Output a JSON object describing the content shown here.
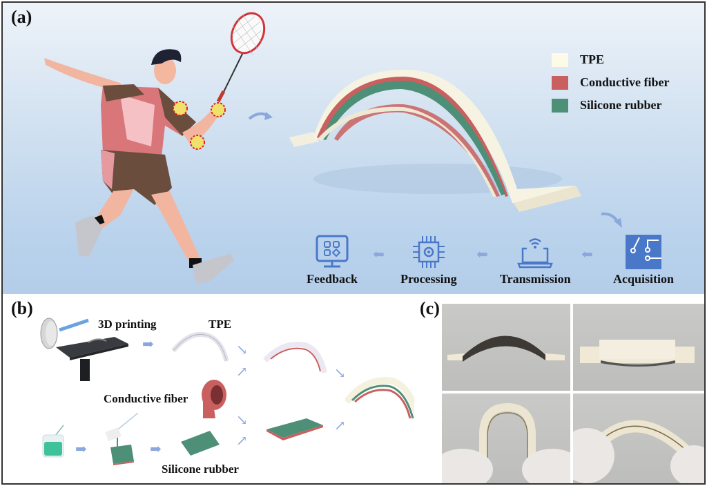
{
  "panel_a": {
    "label": "(a)",
    "legend": [
      {
        "label": "TPE",
        "color": "#fdfbe8"
      },
      {
        "label": "Conductive fiber",
        "color": "#c9605f"
      },
      {
        "label": "Silicone rubber",
        "color": "#4e8f78"
      }
    ],
    "flow": [
      {
        "label": "Feedback",
        "icon": "monitor-grid-icon"
      },
      {
        "label": "Processing",
        "icon": "chip-gear-icon"
      },
      {
        "label": "Transmission",
        "icon": "laptop-wifi-icon"
      },
      {
        "label": "Acquisition",
        "icon": "circuit-board-icon"
      }
    ],
    "arrow_color": "#8aa8dc",
    "icon_color": "#4a78c8"
  },
  "panel_b": {
    "label": "(b)",
    "labels": {
      "printing": "3D printing",
      "tpe": "TPE",
      "conductive_fiber": "Conductive fiber",
      "silicone_rubber": "Silicone rubber"
    }
  },
  "panel_c": {
    "label": "(c)",
    "photos": [
      {
        "desc": "sensor arch side view"
      },
      {
        "desc": "sensor flat top view"
      },
      {
        "desc": "sensor bent into U shape by gloved hands"
      },
      {
        "desc": "sensor twisted by gloved hands"
      }
    ]
  }
}
